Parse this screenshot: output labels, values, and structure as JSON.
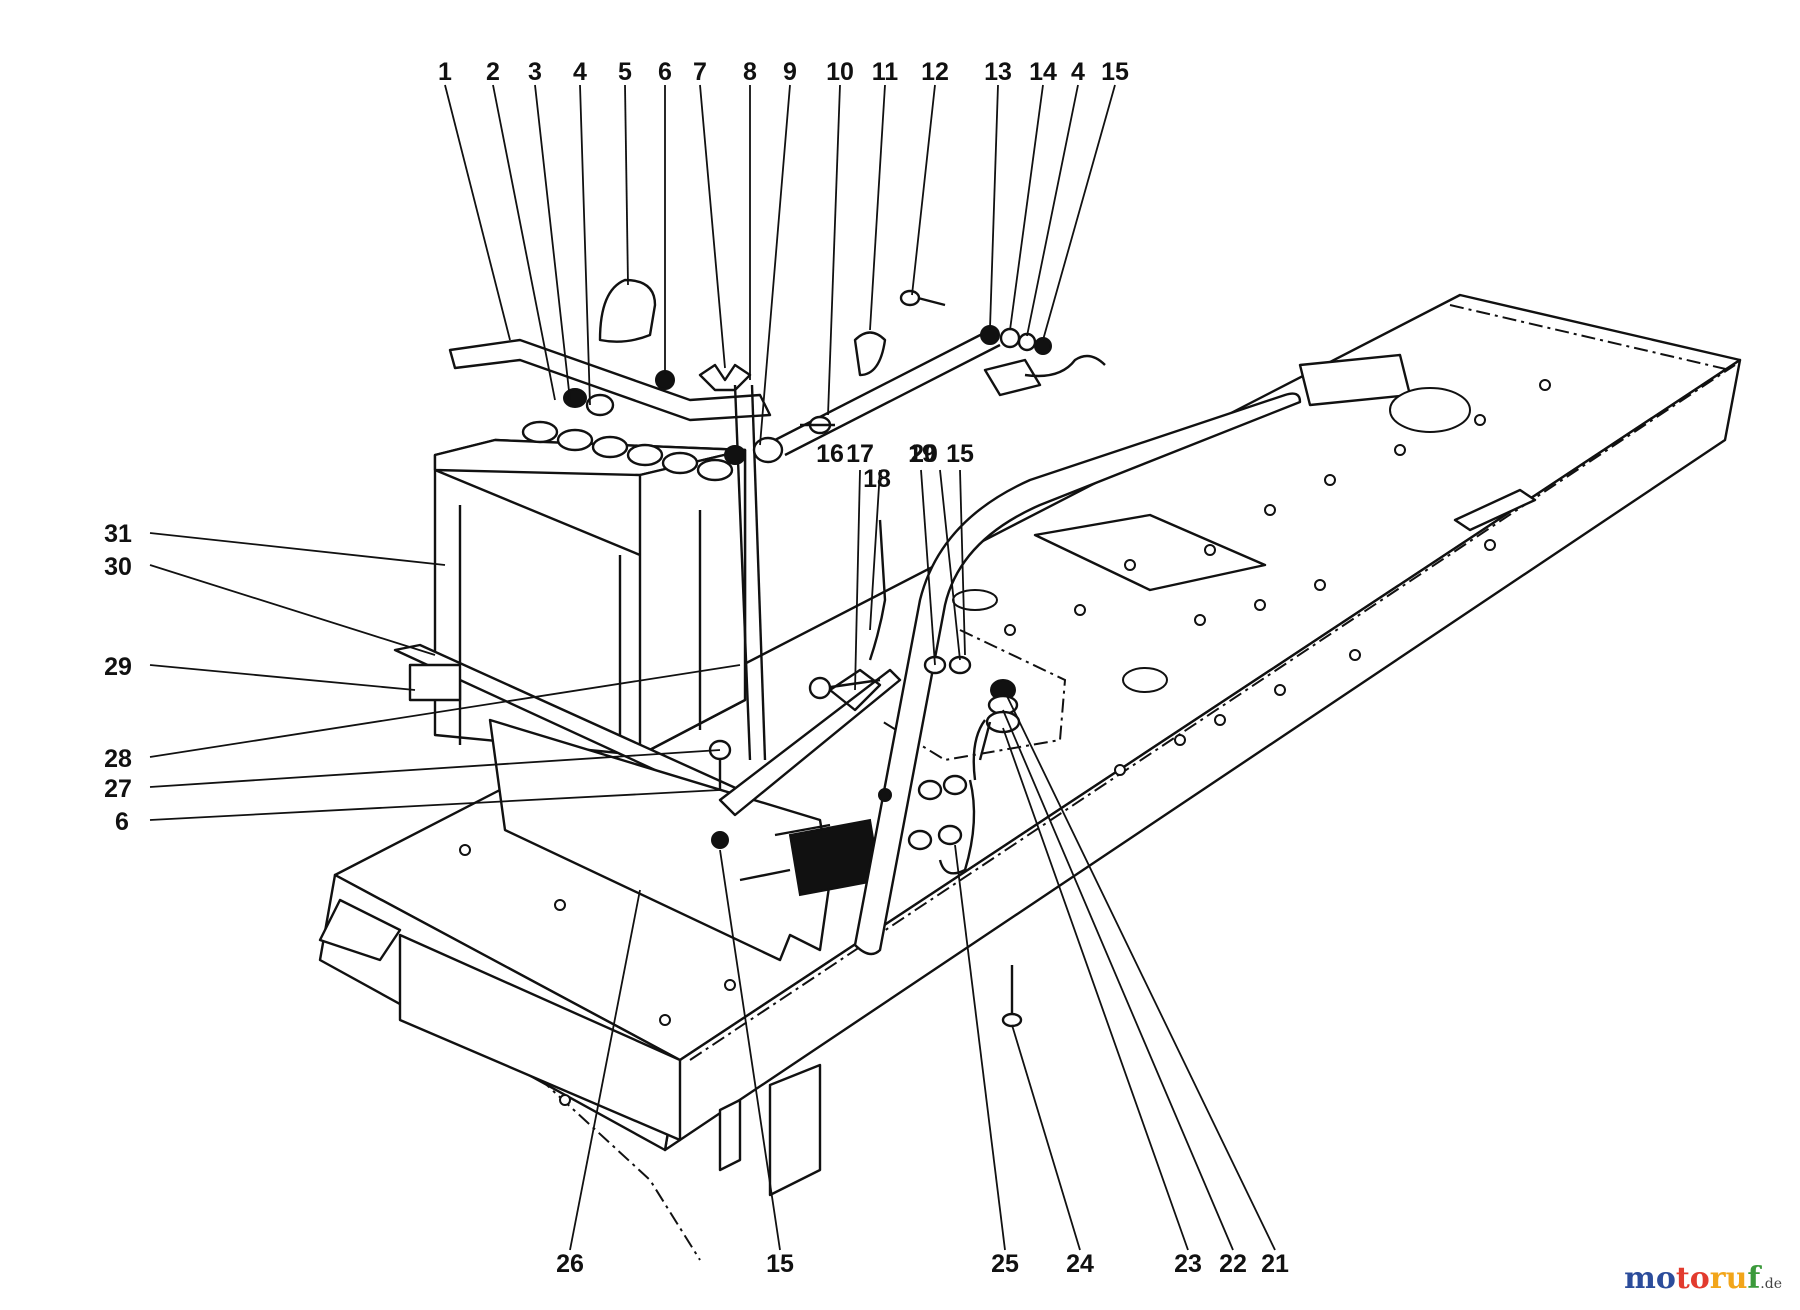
{
  "callouts": {
    "top": [
      "1",
      "2",
      "3",
      "4",
      "5",
      "6",
      "7",
      "8",
      "9",
      "10",
      "11",
      "12",
      "13",
      "14",
      "4",
      "15"
    ],
    "middle": [
      "16",
      "17",
      "18",
      "19",
      "20",
      "15"
    ],
    "left": [
      "31",
      "30",
      "29",
      "28",
      "27",
      "6"
    ],
    "bottom": [
      "26",
      "15",
      "25",
      "24",
      "23",
      "22",
      "21"
    ]
  },
  "watermark": {
    "text": "motoruf",
    "parts": [
      "mo",
      "to",
      "ru",
      "f"
    ],
    "suffix": ".de"
  }
}
